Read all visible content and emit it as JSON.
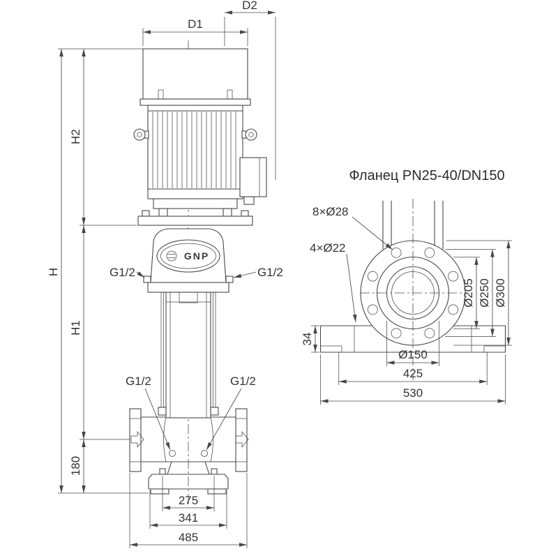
{
  "main_view": {
    "logo": "GNP",
    "dims": {
      "d2": "D2",
      "d1": "D1",
      "h2": "H2",
      "h": "H",
      "h1": "H1",
      "b180": "180",
      "g12": "G1/2",
      "b275": "275",
      "b341": "341",
      "b485": "485"
    }
  },
  "flange_view": {
    "title": "Фланец PN25-40/DN150",
    "dims": {
      "bolt_holes": "8×Ø28",
      "base_holes": "4×Ø22",
      "d205": "Ø205",
      "d250": "Ø250",
      "d300": "Ø300",
      "d150": "Ø150",
      "w425": "425",
      "w530": "530",
      "h34": "34"
    }
  }
}
